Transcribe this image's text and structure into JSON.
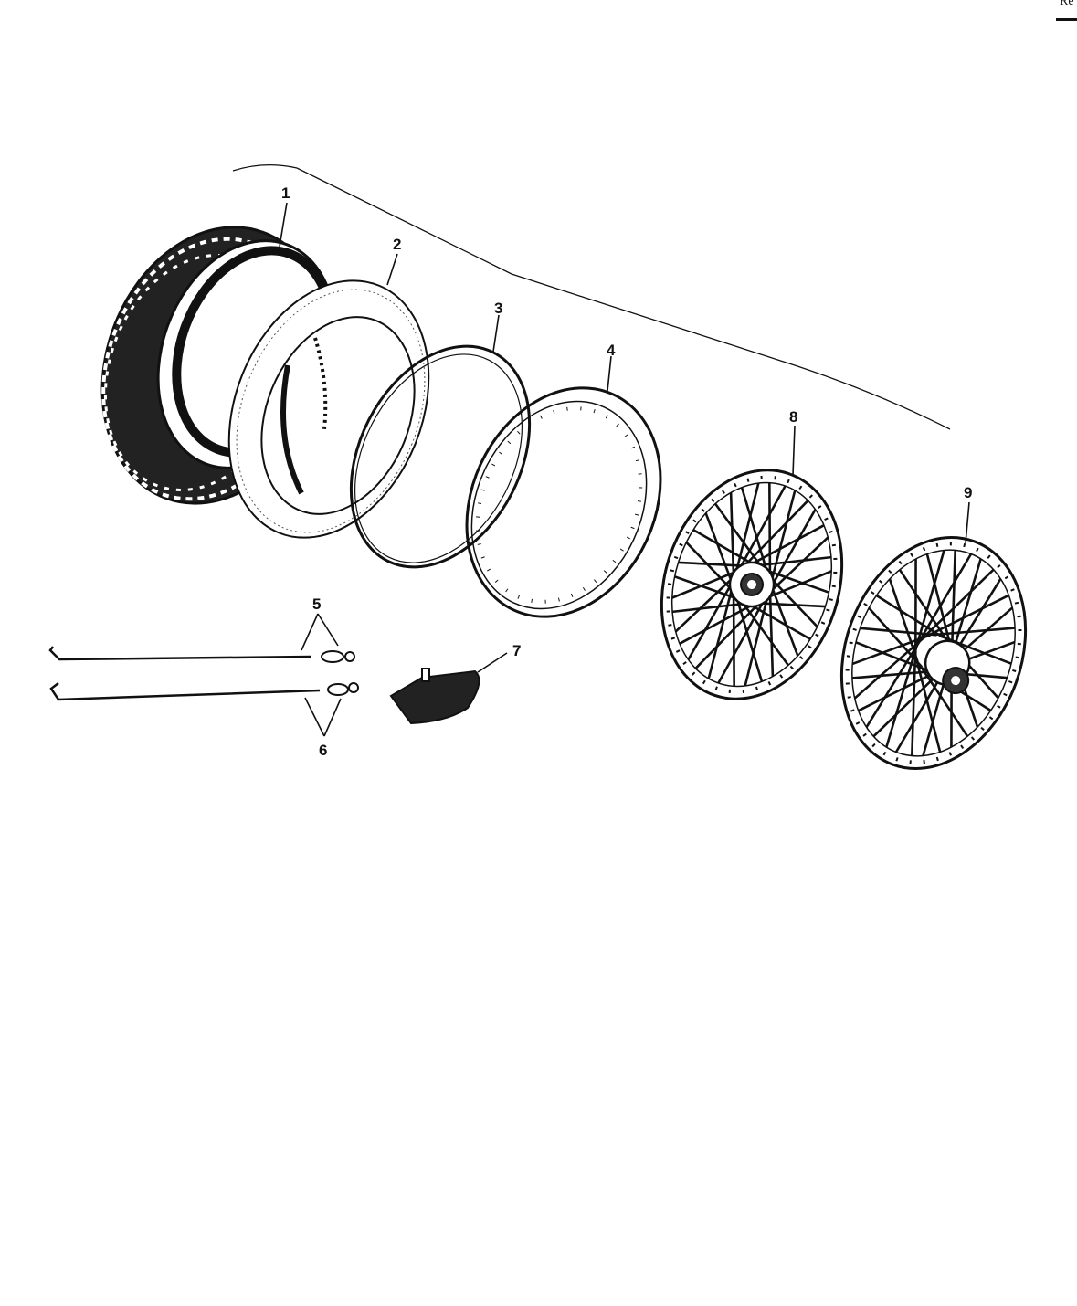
{
  "corner_text": "Re",
  "parts": [
    {
      "callout": "1",
      "part": "tire-icon"
    },
    {
      "callout": "2",
      "part": "tube-icon"
    },
    {
      "callout": "3",
      "part": "rim-band-icon"
    },
    {
      "callout": "4",
      "part": "rim-icon"
    },
    {
      "callout": "5",
      "part": "spoke-and-nipple-icon"
    },
    {
      "callout": "6",
      "part": "spoke-and-nipple-icon"
    },
    {
      "callout": "7",
      "part": "balance-weight-icon"
    },
    {
      "callout": "8",
      "part": "spoked-wheel-icon"
    },
    {
      "callout": "9",
      "part": "spoked-wheel-icon"
    }
  ],
  "colors": {
    "ink": "#111111",
    "paper": "#ffffff"
  }
}
